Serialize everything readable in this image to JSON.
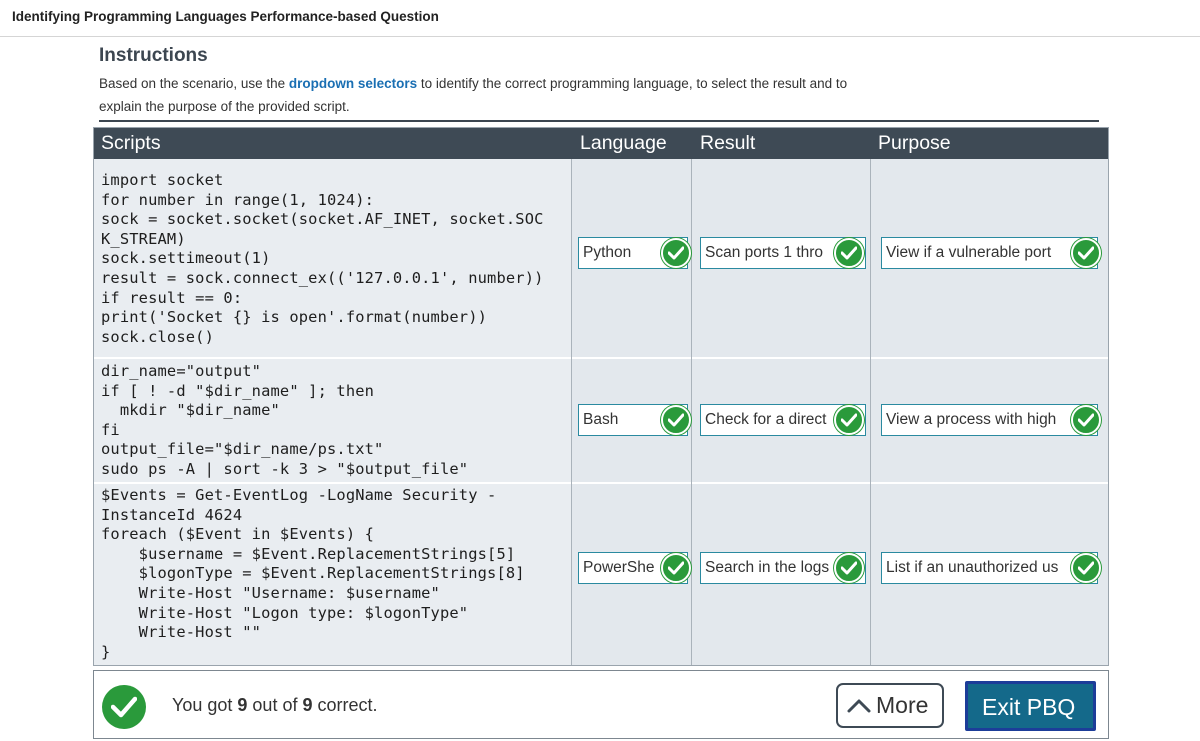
{
  "page_title": "Identifying Programming Languages Performance-based Question",
  "instructions": {
    "heading": "Instructions",
    "text_before": "Based on the scenario, use the ",
    "highlight": "dropdown selectors",
    "text_after": " to identify the correct programming language, to select the result and to",
    "text_line2": "explain the purpose of the provided script."
  },
  "columns": {
    "scripts": "Scripts",
    "language": "Language",
    "result": "Result",
    "purpose": "Purpose"
  },
  "rows": [
    {
      "code": "import socket\nfor number in range(1, 1024):\nsock = socket.socket(socket.AF_INET, socket.SOC\nK_STREAM)\nsock.settimeout(1)\nresult = sock.connect_ex(('127.0.0.1', number))\nif result == 0:\nprint('Socket {} is open'.format(number))\nsock.close()",
      "language": "Python",
      "result": "Scan ports 1 thro",
      "purpose": "View if a vulnerable port",
      "status": "correct"
    },
    {
      "code": "dir_name=\"output\"\nif [ ! -d \"$dir_name\" ]; then\n  mkdir \"$dir_name\"\nfi\noutput_file=\"$dir_name/ps.txt\"\nsudo ps -A | sort -k 3 > \"$output_file\"",
      "language": "Bash",
      "result": "Check for a direct",
      "purpose": "View a process with high",
      "status": "correct"
    },
    {
      "code": "$Events = Get-EventLog -LogName Security -\nInstanceId 4624\nforeach ($Event in $Events) {\n    $username = $Event.ReplacementStrings[5]\n    $logonType = $Event.ReplacementStrings[8]\n    Write-Host \"Username: $username\"\n    Write-Host \"Logon type: $logonType\"\n    Write-Host \"\"\n}",
      "language": "PowerShe",
      "result": "Search in the logs",
      "purpose": "List if an unauthorized us",
      "status": "correct"
    }
  ],
  "footer": {
    "prefix": "You got ",
    "correct": "9",
    "middle": " out of ",
    "total": "9",
    "suffix": " correct.",
    "more_label": "More",
    "exit_label": "Exit PBQ"
  },
  "colors": {
    "header_bg": "#3e4a55",
    "check_green": "#2a9a3b",
    "exit_button": "#14698a",
    "link_blue": "#1a6fb3"
  },
  "icons": [
    "check-circle-icon",
    "chevron-up-icon"
  ]
}
